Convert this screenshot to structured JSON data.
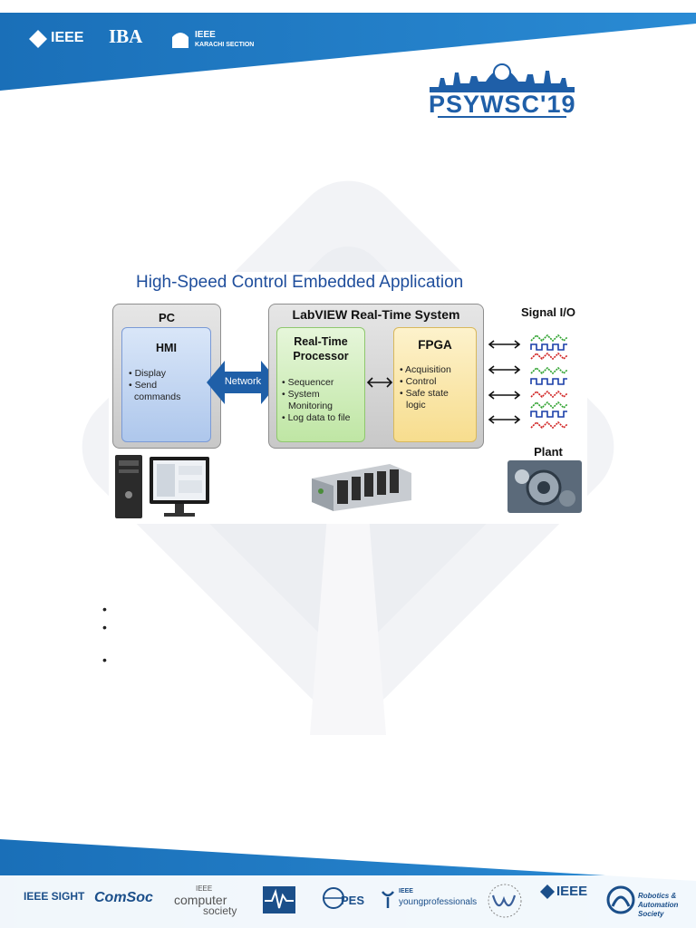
{
  "header": {
    "logos": [
      "IEEE",
      "IBA",
      "IEEE",
      "KARACHI SECTION"
    ],
    "event_logo": "PSYWSC'19"
  },
  "diagram": {
    "title": "High-Speed Control Embedded Application",
    "pc": {
      "title": "PC",
      "hmi_title": "HMI",
      "hmi_items": [
        "• Display",
        "• Send",
        "commands"
      ]
    },
    "network_label": "Network",
    "rt_system": {
      "title": "LabVIEW Real-Time System",
      "processor_title_1": "Real-Time",
      "processor_title_2": "Processor",
      "processor_items": [
        "• Sequencer",
        "• System",
        "Monitoring",
        "• Log data to file"
      ],
      "fpga_title": "FPGA",
      "fpga_items": [
        "• Acquisition",
        "• Control",
        "• Safe state",
        "logic"
      ]
    },
    "signal_io_title": "Signal I/O",
    "plant_title": "Plant"
  },
  "bullets": [
    "•",
    "•",
    "•"
  ],
  "footer": {
    "logos": [
      "IEEE SIGHT",
      "ComSoc",
      "IEEE",
      "computer",
      "society",
      "PES",
      "IEEE",
      "youngprofessionals",
      "IEEE",
      "Robotics &",
      "Automation",
      "Society"
    ]
  },
  "colors": {
    "brand_blue": "#1b76c0",
    "title_blue": "#1f4e9c",
    "hmi_blue": "#c4d8f4",
    "rt_green": "#d6f0c4",
    "fpga_yellow": "#fbe9b0"
  }
}
